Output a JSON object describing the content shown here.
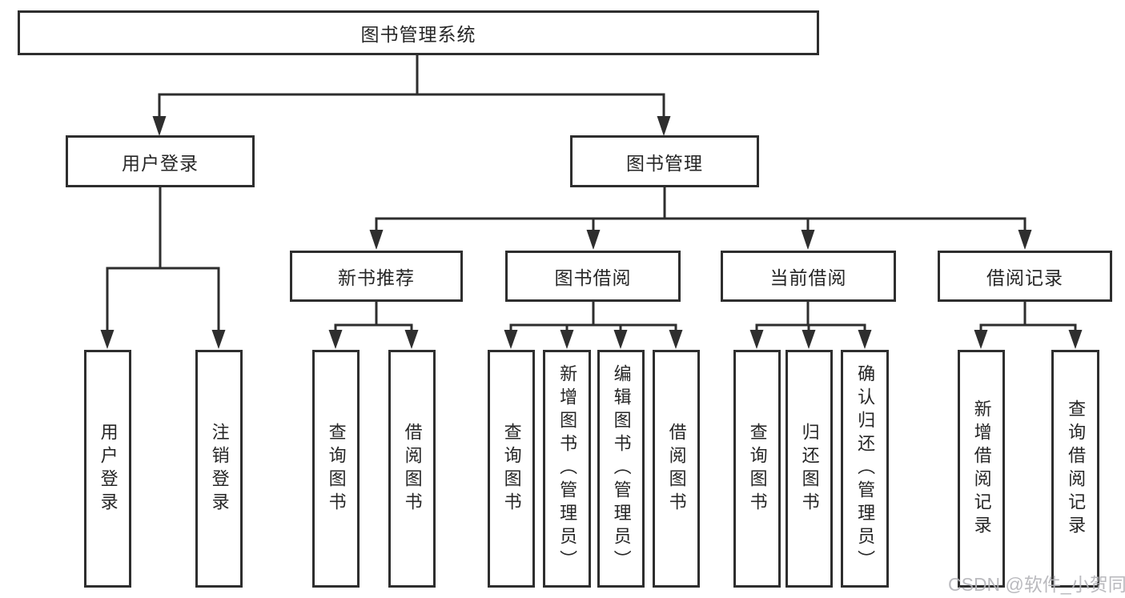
{
  "tree": {
    "label": "图书管理系统",
    "children": [
      {
        "label": "用户登录",
        "children": [
          {
            "label": "用户登录"
          },
          {
            "label": "注销登录"
          }
        ]
      },
      {
        "label": "图书管理",
        "children": [
          {
            "label": "新书推荐",
            "children": [
              {
                "label": "查询图书"
              },
              {
                "label": "借阅图书"
              }
            ]
          },
          {
            "label": "图书借阅",
            "children": [
              {
                "label": "查询图书"
              },
              {
                "label": "新增图书（管理员）"
              },
              {
                "label": "编辑图书（管理员）"
              },
              {
                "label": "借阅图书"
              }
            ]
          },
          {
            "label": "当前借阅",
            "children": [
              {
                "label": "查询图书"
              },
              {
                "label": "归还图书"
              },
              {
                "label": "确认归还（管理员）"
              }
            ]
          },
          {
            "label": "借阅记录",
            "children": [
              {
                "label": "新增借阅记录"
              },
              {
                "label": "查询借阅记录"
              }
            ]
          }
        ]
      }
    ]
  },
  "watermark": {
    "text": "CSDN @软件_小贺同学"
  },
  "colors": {
    "line": "#2e2e2e",
    "text": "#262626",
    "watermark": "#b3b3b8",
    "background": "#ffffff"
  }
}
